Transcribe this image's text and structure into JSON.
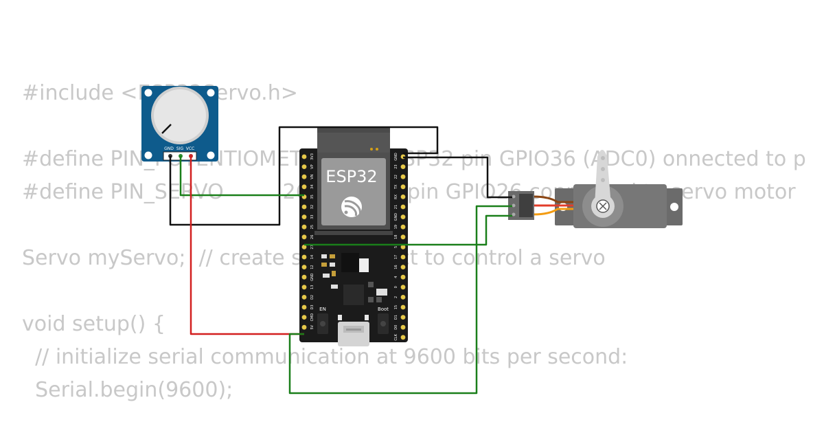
{
  "code": {
    "lines": [
      "#include <ESP32Servo.h>",
      "#define PIN_POTENTIOMETER 36 // ESP32 pin GPIO36 (ADC0) onnected to p",
      "#define PIN_SERVO         26 // ESP32 pin GPIO26 connected to servo motor",
      "Servo myServo;  // create servo object to control a servo",
      "void setup() {",
      "  // initialize serial communication at 9600 bits per second:",
      "  Serial.begin(9600);"
    ]
  },
  "esp32": {
    "chip_label": "ESP32",
    "en_label": "EN",
    "boot_label": "Boot",
    "left_pins": [
      "3V3",
      "VP",
      "VN",
      "34",
      "35",
      "32",
      "33",
      "25",
      "26",
      "27",
      "14",
      "12",
      "GND",
      "13",
      "D2",
      "D3",
      "CMD",
      "5V"
    ],
    "right_pins": [
      "GND",
      "23",
      "22",
      "TX",
      "RX",
      "21",
      "GND",
      "19",
      "18",
      "5",
      "17",
      "16",
      "4",
      "0",
      "2",
      "15",
      "D1",
      "D0",
      "CLK"
    ]
  },
  "potentiometer": {
    "pin_gnd": "GND",
    "pin_sig": "SIG",
    "pin_vcc": "VCC"
  },
  "wire_colors": {
    "ground": "#111111",
    "signal": "#1a7f1a",
    "power": "#d21f1f",
    "servo_brown": "#8b4513",
    "servo_red": "#e23d2a",
    "servo_orange": "#f39c12"
  }
}
